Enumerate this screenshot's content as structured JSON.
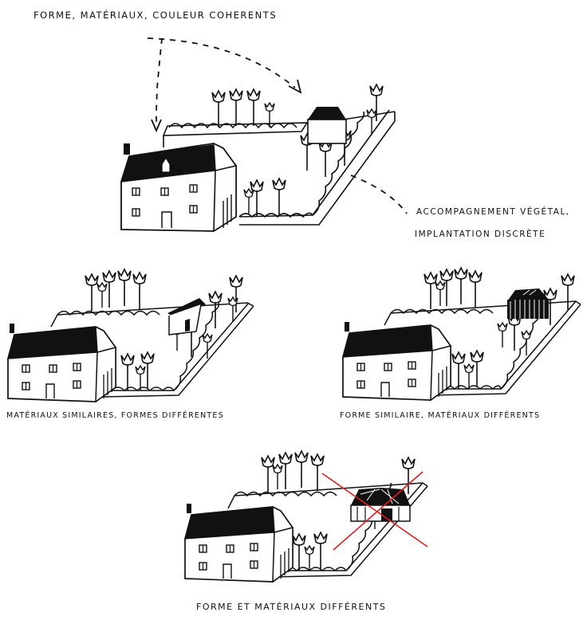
{
  "labels": {
    "top": "FORME, MATÉRIAUX, COULEUR COHERENTS",
    "vegetal_line1": "ACCOMPAGNEMENT VÉGÉTAL,",
    "vegetal_line2": "IMPLANTATION DISCRÈTE",
    "mid_left": "MATÉRIAUX SIMILAIRES, FORMES DIFFÉRENTES",
    "mid_right": "FORME SIMILAIRE, MATÉRIAUX DIFFÉRENTS",
    "bottom": "FORME ET MATÉRIAUX DIFFÉRENTS"
  },
  "colors": {
    "ink": "#111111",
    "cross": "#e02020",
    "paper": "#ffffff"
  }
}
